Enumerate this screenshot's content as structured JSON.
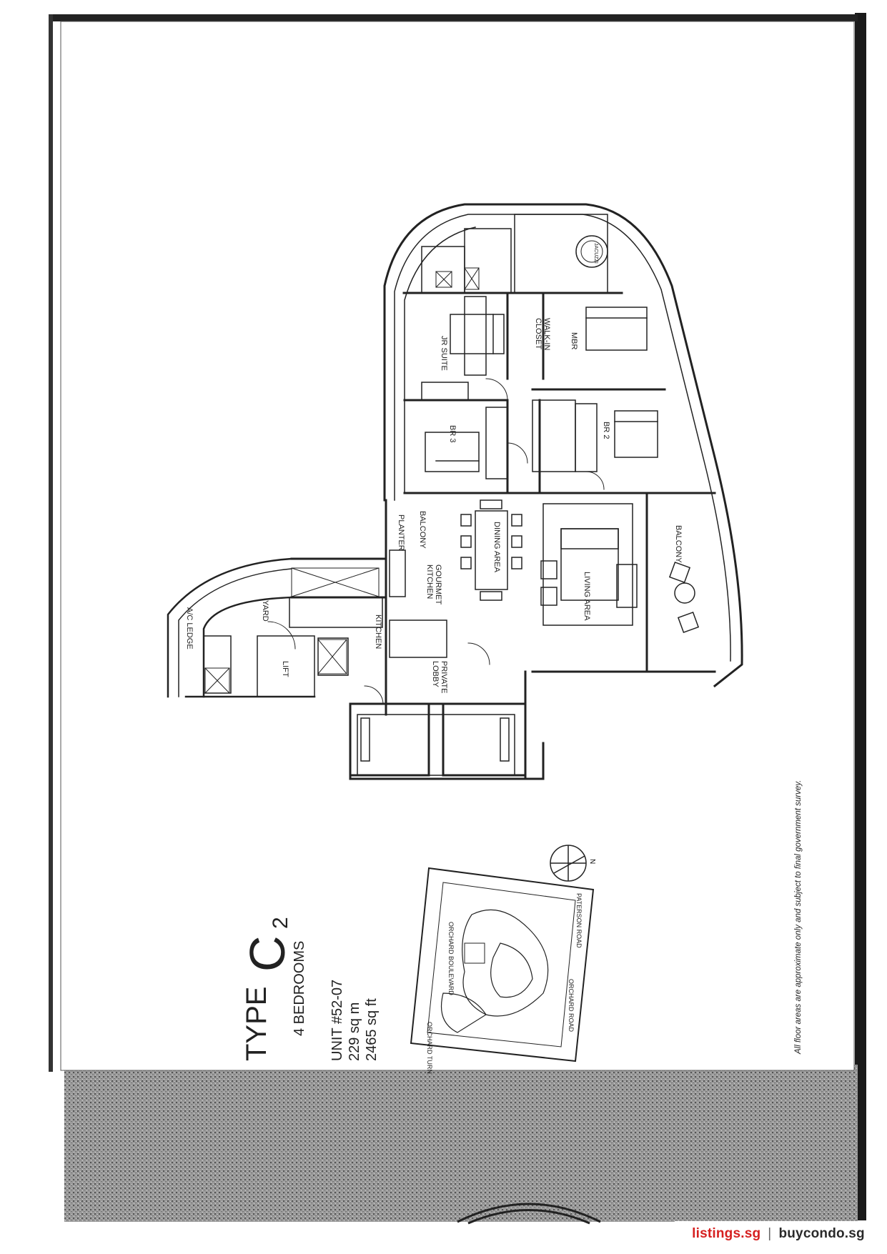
{
  "plan": {
    "type_word": "TYPE",
    "type_letter": "C",
    "type_number": "2",
    "bedrooms": "4 BEDROOMS",
    "unit": "UNIT #52-07",
    "area_sqm": "229 sq m",
    "area_sqft": "2465 sq ft",
    "disclaimer": "All floor areas are approximate only and subject to final government survey.",
    "compass_label": "N"
  },
  "rooms": {
    "jr_suite": "JR SUITE",
    "walk_in_closet_1": "WALK-IN",
    "walk_in_closet_2": "CLOSET",
    "master": "MBR",
    "br3": "BR 3",
    "br2": "BR 2",
    "planter": "PLANTER",
    "balcony_small": "BALCONY",
    "dining": "DINING AREA",
    "living": "LIVING AREA",
    "balcony_large": "BALCONY",
    "gourmet_1": "GOURMET",
    "gourmet_2": "KITCHEN",
    "kitchen": "KITCHEN",
    "yard": "YARD",
    "ac_ledge": "A/C LEDGE",
    "lift": "LIFT",
    "private_lobby_1": "PRIVATE",
    "private_lobby_2": "LOBBY",
    "jacuzzi": "JACUZZI"
  },
  "site_plan": {
    "paterson_road": "PATERSON ROAD",
    "orchard_boulevard": "ORCHARD BOULEVARD",
    "orchard_road": "ORCHARD ROAD",
    "orchard_turn": "ORCHARD TURN"
  },
  "watermark": {
    "brand_a": "listings.sg",
    "separator": "|",
    "brand_b": "buycondo.sg"
  },
  "colors": {
    "page": "#ffffff",
    "ink": "#222222",
    "border_dark": "#1a1a1a",
    "brand_red": "#d62020"
  }
}
